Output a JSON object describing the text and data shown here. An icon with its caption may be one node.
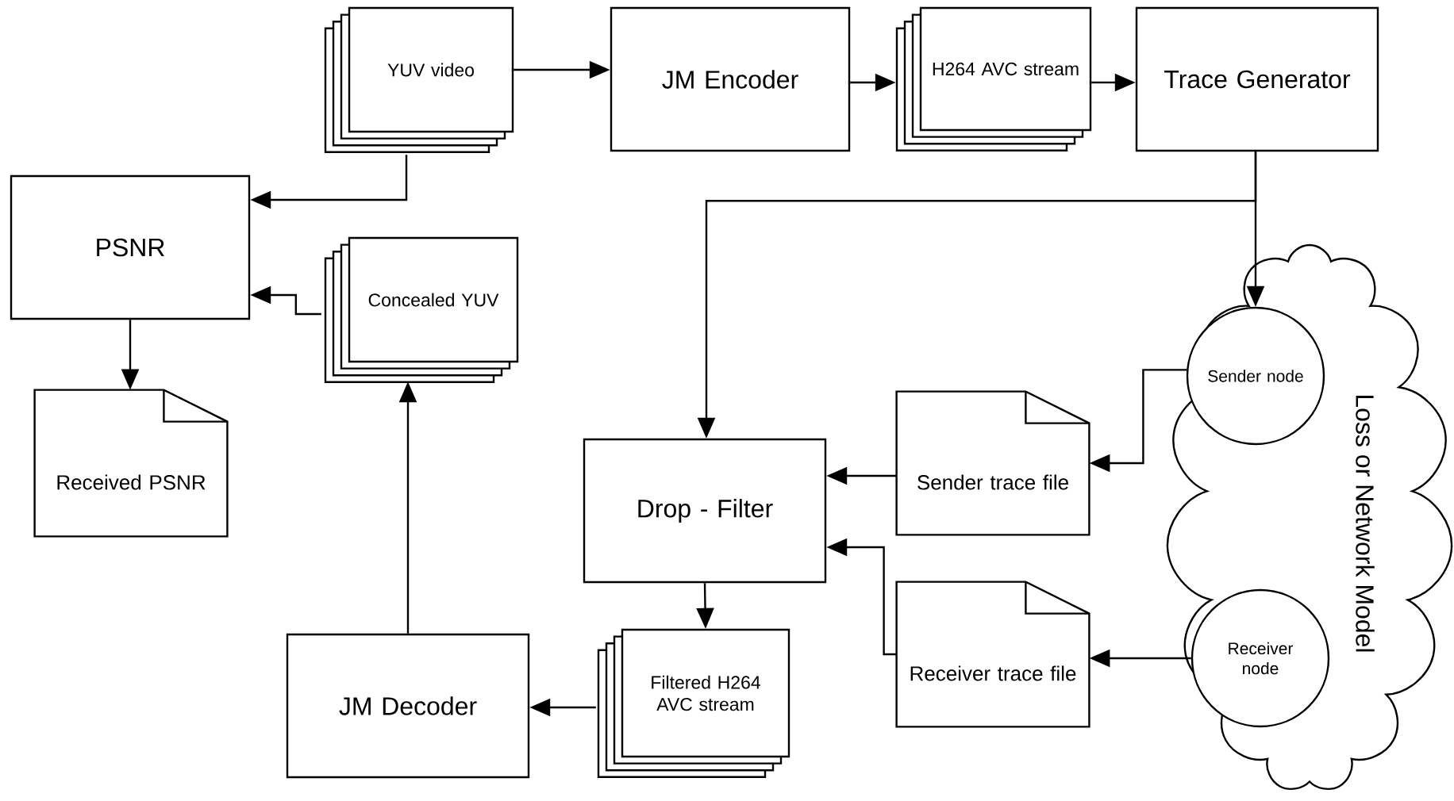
{
  "diagram": {
    "nodes": [
      {
        "text": [
          "YUV video"
        ]
      },
      {
        "text": [
          "JM Encoder"
        ]
      },
      {
        "text": [
          "H264 AVC stream"
        ]
      },
      {
        "text": [
          "Trace Generator"
        ]
      },
      {
        "text": [
          "PSNR"
        ]
      },
      {
        "text": [
          "Concealed YUV"
        ]
      },
      {
        "text": [
          "Received PSNR"
        ]
      },
      {
        "text": [
          "Loss or Network Model"
        ]
      },
      {
        "text": [
          "Sender node"
        ],
        "in": 7
      },
      {
        "text": [
          "Sender trace file"
        ]
      },
      {
        "text": [
          "Drop - Filter"
        ]
      },
      {
        "text": [
          "Receiver trace file"
        ]
      },
      {
        "text": [
          "Receiver node"
        ],
        "in": 7
      },
      {
        "text": [
          "Filtered H264 AVC stream"
        ]
      },
      {
        "text": [
          "JM Decoder"
        ]
      }
    ],
    "edges": [
      {
        "from": 0,
        "to": 1,
        "arrow": "to"
      },
      {
        "from": 1,
        "to": 2,
        "arrow": "to"
      },
      {
        "from": 2,
        "to": 3,
        "arrow": "to"
      },
      {
        "from": 0,
        "to": 4,
        "arrow": "to"
      },
      {
        "from": 5,
        "to": 4,
        "arrow": "to"
      },
      {
        "from": 4,
        "to": 6,
        "arrow": "to"
      },
      {
        "from": 3,
        "to": 8,
        "arrow": "to"
      },
      {
        "from": 3,
        "to": 10,
        "arrow": "to"
      },
      {
        "from": 8,
        "to": 9,
        "arrow": "to"
      },
      {
        "from": 9,
        "to": 10,
        "arrow": "to"
      },
      {
        "from": 12,
        "to": 11,
        "arrow": "to"
      },
      {
        "from": 11,
        "to": 10,
        "arrow": "to"
      },
      {
        "from": 10,
        "to": 13,
        "arrow": "to"
      },
      {
        "from": 13,
        "to": 14,
        "arrow": "to"
      },
      {
        "from": 14,
        "to": 5,
        "arrow": "to"
      }
    ]
  }
}
